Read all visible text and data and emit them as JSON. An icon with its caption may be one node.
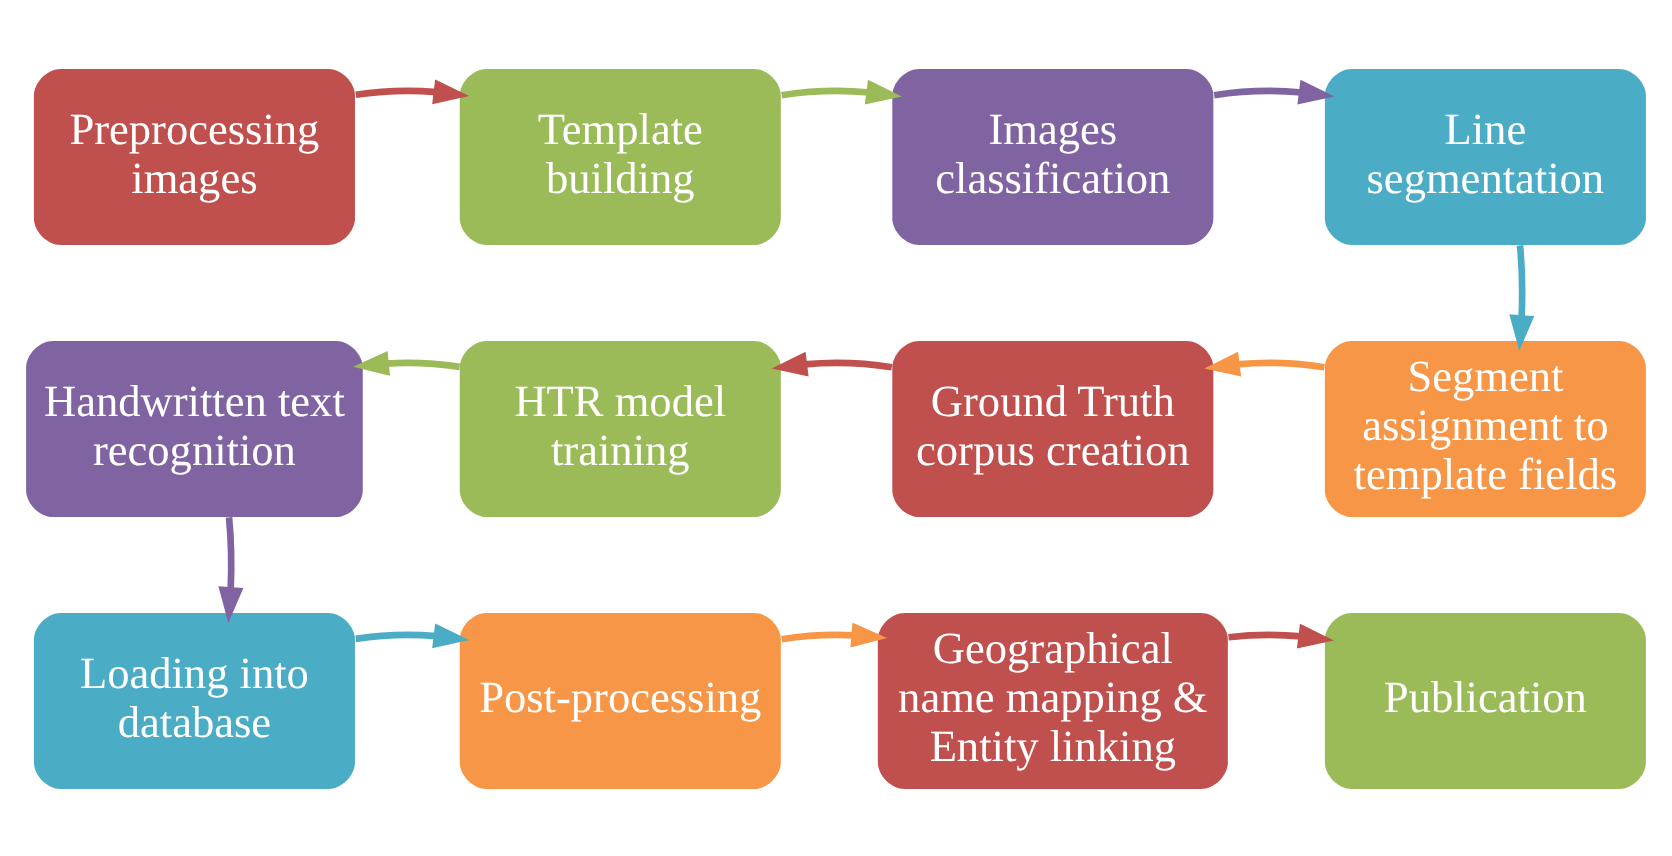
{
  "diagram": {
    "nodes": [
      {
        "text": [
          "Preprocessing images"
        ]
      },
      {
        "text": [
          "Template building"
        ]
      },
      {
        "text": [
          "Images classification"
        ]
      },
      {
        "text": [
          "Line segmentation"
        ]
      },
      {
        "text": [
          "Segment assignment to template fields"
        ]
      },
      {
        "text": [
          "Ground Truth corpus creation"
        ]
      },
      {
        "text": [
          "HTR model training"
        ]
      },
      {
        "text": [
          "Handwritten text recognition"
        ]
      },
      {
        "text": [
          "Loading into database"
        ]
      },
      {
        "text": [
          "Post-processing"
        ]
      },
      {
        "text": [
          "Geographical name mapping & Entity linking"
        ]
      },
      {
        "text": [
          "Publication"
        ]
      }
    ],
    "edges": [
      {
        "from": 0,
        "to": 1,
        "arrow": "to",
        "color": "#c0504d"
      },
      {
        "from": 1,
        "to": 2,
        "arrow": "to",
        "color": "#9bbb59"
      },
      {
        "from": 2,
        "to": 3,
        "arrow": "to",
        "color": "#8064a2"
      },
      {
        "from": 3,
        "to": 4,
        "arrow": "to",
        "color": "#4bacc6"
      },
      {
        "from": 4,
        "to": 5,
        "arrow": "to",
        "color": "#f79646"
      },
      {
        "from": 5,
        "to": 6,
        "arrow": "to",
        "color": "#c0504d"
      },
      {
        "from": 6,
        "to": 7,
        "arrow": "to",
        "color": "#9bbb59"
      },
      {
        "from": 7,
        "to": 8,
        "arrow": "to",
        "color": "#8064a2"
      },
      {
        "from": 8,
        "to": 9,
        "arrow": "to",
        "color": "#4bacc6"
      },
      {
        "from": 9,
        "to": 10,
        "arrow": "to",
        "color": "#f79646"
      },
      {
        "from": 10,
        "to": 11,
        "arrow": "to",
        "color": "#c0504d"
      }
    ]
  }
}
